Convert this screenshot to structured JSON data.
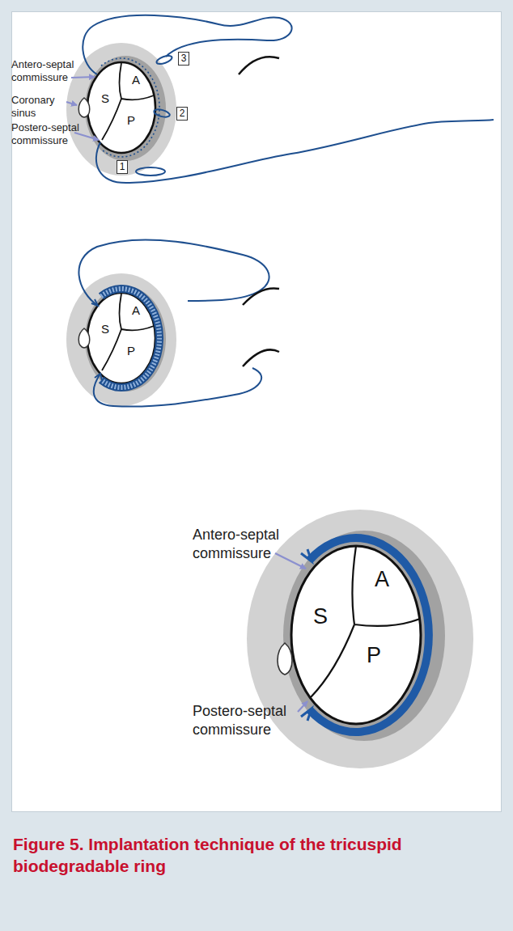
{
  "diagram": {
    "caption": "Figure 5. Implantation technique of the tricuspid biodegradable ring",
    "nodes": [
      {
        "text": [
          "3"
        ]
      },
      {
        "text": [
          "2"
        ]
      },
      {
        "text": [
          "1"
        ]
      }
    ],
    "labels": [
      "Antero-septal commissure",
      "Coronary sinus",
      "Postero-septal commissure",
      "A",
      "S",
      "P",
      "A",
      "S",
      "P",
      "Antero-septal commissure",
      "A",
      "S",
      "P",
      "Postero-septal commissure"
    ]
  }
}
